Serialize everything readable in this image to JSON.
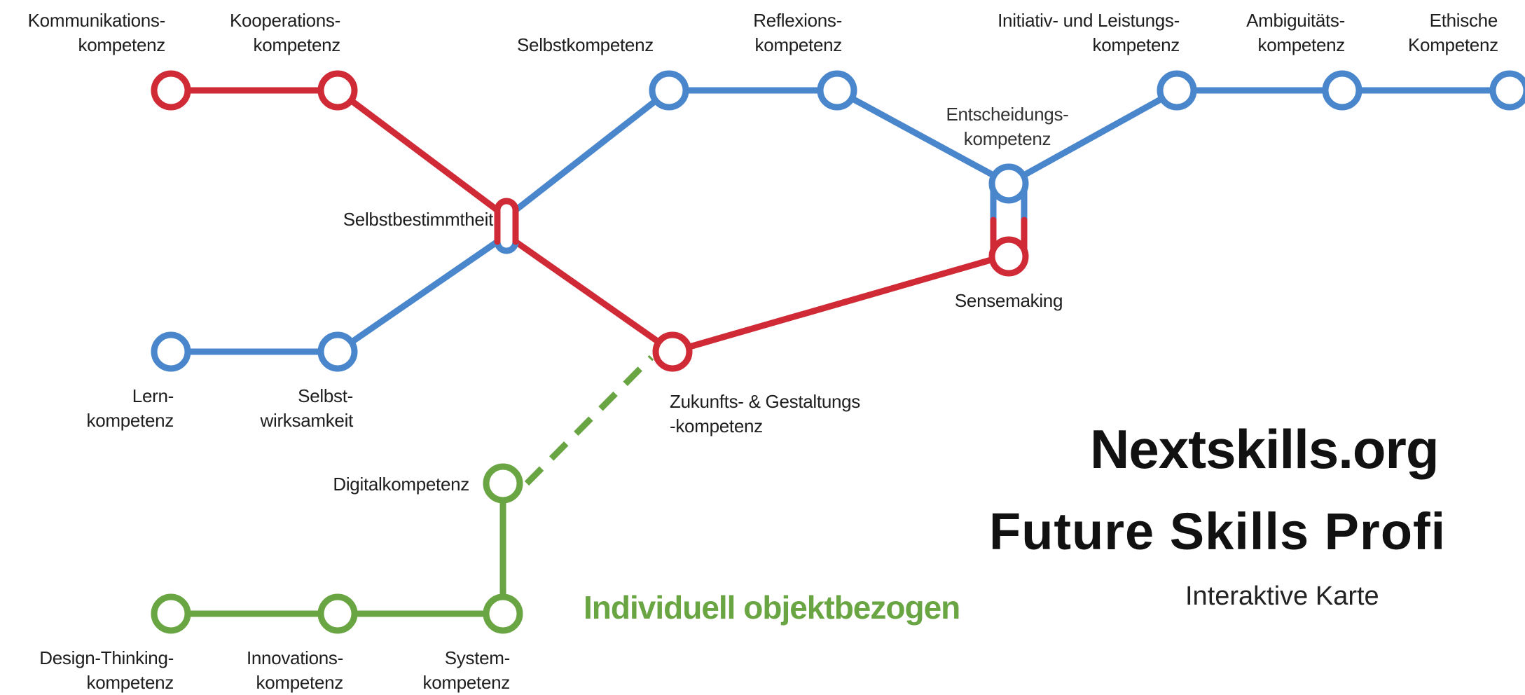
{
  "colors": {
    "red": "#cf2a36",
    "blue": "#4a86cc",
    "green": "#6aa543"
  },
  "stations": {
    "kommunikation": [
      "Kommunikations-",
      "kompetenz"
    ],
    "kooperation": [
      "Kooperations-",
      "kompetenz"
    ],
    "selbstkompetenz": [
      "Selbstkompetenz"
    ],
    "reflexion": [
      "Reflexions-",
      "kompetenz"
    ],
    "initiativ": [
      "Initiativ- und Leistungs-",
      "kompetenz"
    ],
    "ambiguitaet": [
      "Ambiguitäts-",
      "kompetenz"
    ],
    "ethisch": [
      "Ethische",
      "Kompetenz"
    ],
    "entscheidung": [
      "Entscheidungs-",
      "kompetenz"
    ],
    "selbstbestimmtheit": [
      "Selbstbestimmtheit"
    ],
    "sensemaking": [
      "Sensemaking"
    ],
    "lern": [
      "Lern-",
      "kompetenz"
    ],
    "selbstwirksamkeit": [
      "Selbst-",
      "wirksamkeit"
    ],
    "zukunft": [
      "Zukunfts- & Gestaltungs",
      "-kompetenz"
    ],
    "digital": [
      "Digitalkompetenz"
    ],
    "designthinking": [
      "Design-Thinking-",
      "kompetenz"
    ],
    "innovation": [
      "Innovations-",
      "kompetenz"
    ],
    "system": [
      "System-",
      "kompetenz"
    ]
  },
  "legend": {
    "green": "Individuell objektbezogen"
  },
  "brand": {
    "title": "Nextskills.org",
    "subtitle": "Future Skills Profi",
    "caption": "Interaktive Karte"
  }
}
